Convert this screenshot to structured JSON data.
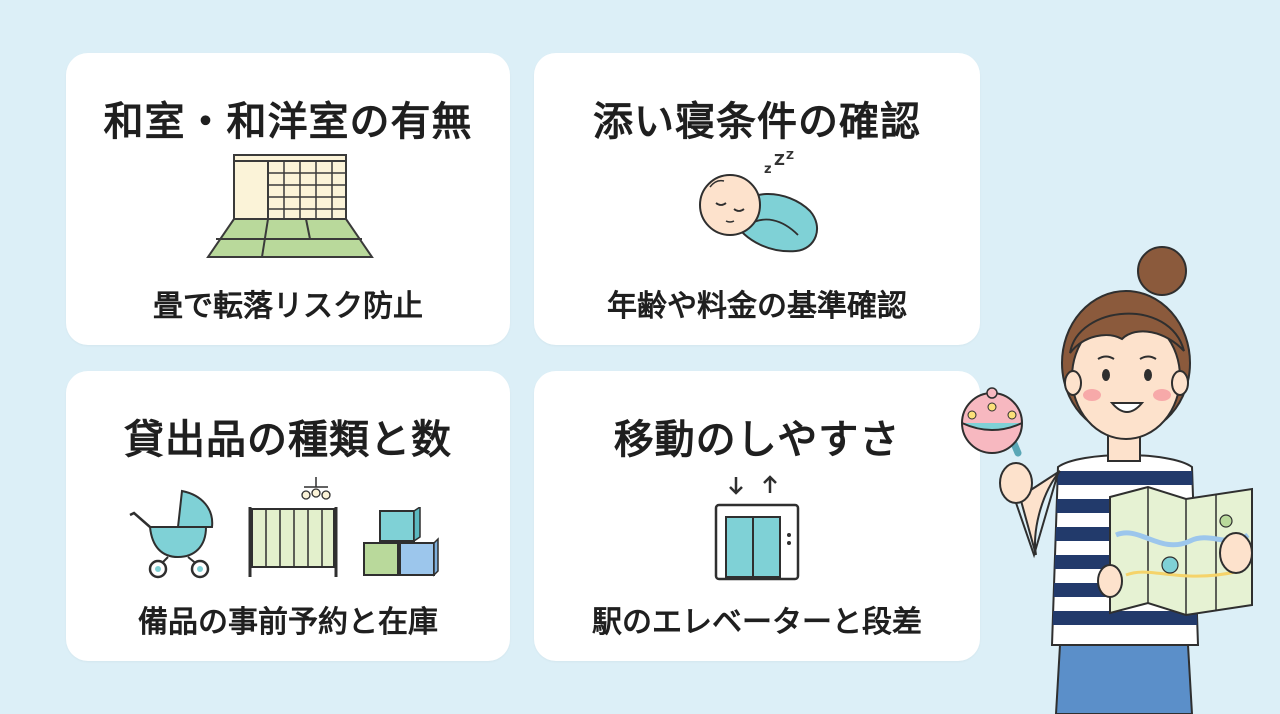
{
  "cards": [
    {
      "title": "和室・和洋室の有無",
      "subtitle": "畳で転落リスク防止",
      "icon": "tatami-room-icon"
    },
    {
      "title": "添い寝条件の確認",
      "subtitle": "年齢や料金の基準確認",
      "icon": "sleeping-baby-icon"
    },
    {
      "title": "貸出品の種類と数",
      "subtitle": "備品の事前予約と在庫",
      "icons": [
        "stroller-icon",
        "crib-icon",
        "toy-blocks-icon"
      ]
    },
    {
      "title": "移動のしやすさ",
      "subtitle": "駅のエレベーターと段差",
      "icon": "elevator-icon"
    }
  ],
  "character": "woman-with-rattle-and-map",
  "colors": {
    "background": "#dceff7",
    "card": "#ffffff",
    "text": "#1f1f1f",
    "accent_teal": "#7fd1d6"
  }
}
